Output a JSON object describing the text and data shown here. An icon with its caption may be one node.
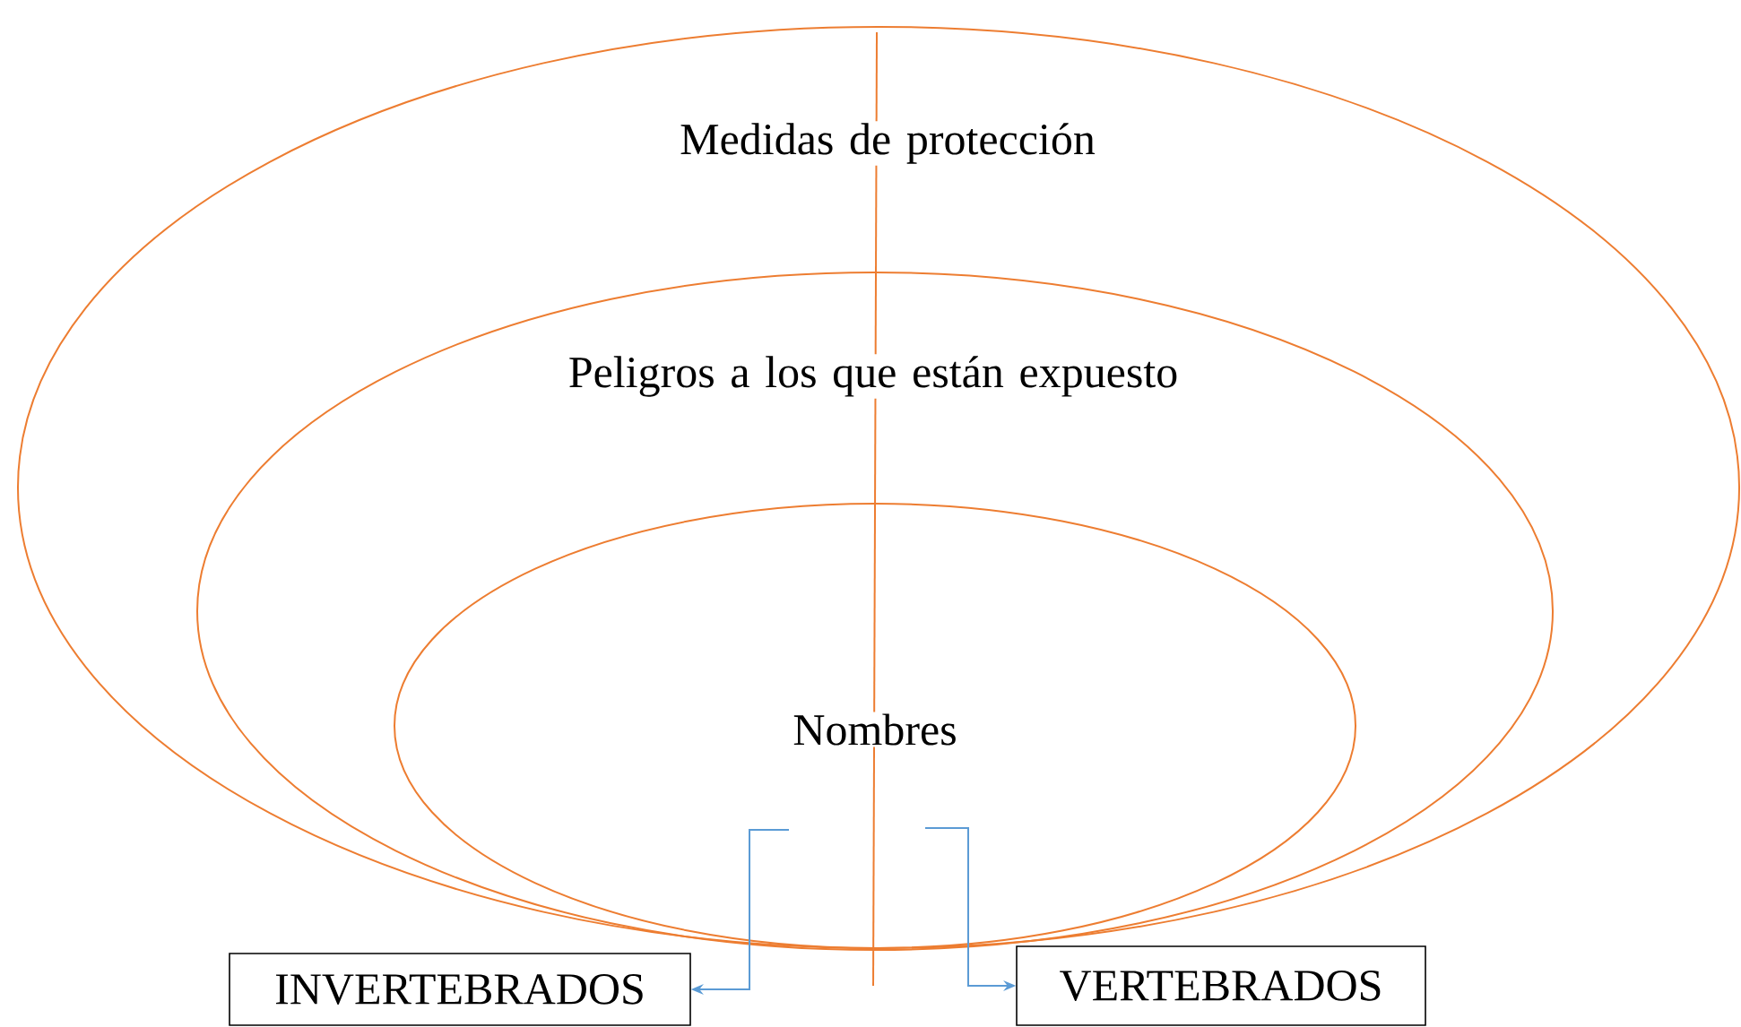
{
  "diagram": {
    "nodes": [
      {
        "text": [
          "Medidas de protección"
        ]
      },
      {
        "text": [
          "Peligros a los que están expuesto"
        ],
        "in": 0
      },
      {
        "text": [
          "Nombres"
        ],
        "in": 1
      },
      {
        "text": [
          "INVERTEBRADOS"
        ]
      },
      {
        "text": [
          "VERTEBRADOS"
        ]
      }
    ],
    "edges": [
      {
        "from": 2,
        "to": 3,
        "arrow": "to"
      },
      {
        "from": 2,
        "to": 4,
        "arrow": "to"
      }
    ]
  }
}
